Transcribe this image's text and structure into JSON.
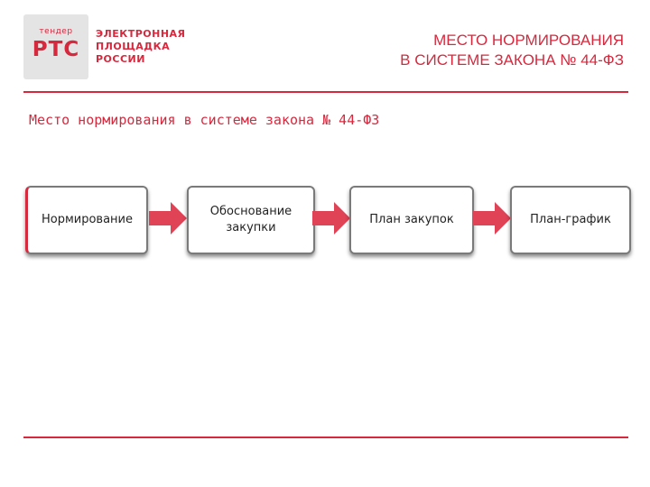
{
  "logo": {
    "small": "тендер",
    "big": "РТС",
    "lines": [
      "ЭЛЕКТРОННАЯ",
      "ПЛОЩАДКА",
      "РОССИИ"
    ]
  },
  "header": {
    "title_lines": [
      "МЕСТО НОРМИРОВАНИЯ",
      "В СИСТЕМЕ ЗАКОНА № 44-ФЗ"
    ]
  },
  "subtitle": "Место нормирования в системе закона № 44-ФЗ",
  "steps": [
    {
      "lines": [
        "Нормирование"
      ]
    },
    {
      "lines": [
        "Обоснование",
        "закупки"
      ]
    },
    {
      "lines": [
        "План закупок"
      ]
    },
    {
      "lines": [
        "План-график"
      ]
    }
  ],
  "colors": {
    "accent": "#d6293e",
    "arrow": "#e04256",
    "box_border": "#7a7a7a",
    "logo_bg": "#e4e4e4"
  },
  "icons": {
    "arrow": "right-arrow-icon"
  }
}
